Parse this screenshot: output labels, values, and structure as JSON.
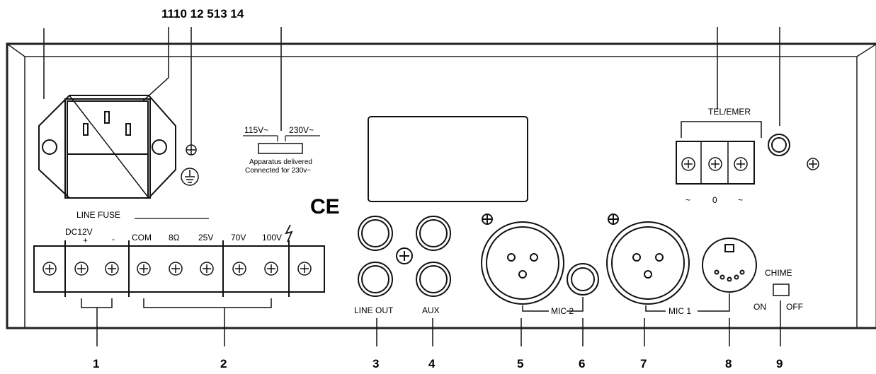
{
  "top_callouts": "1110 12 513 14",
  "callout_numbers": [
    "1",
    "2",
    "3",
    "4",
    "5",
    "6",
    "7",
    "8",
    "9"
  ],
  "labels": {
    "line_fuse": "LINE FUSE",
    "dc12v": "DC12V",
    "plus": "+",
    "minus": "-",
    "com": "COM",
    "ohm8": "8Ω",
    "v25": "25V",
    "v70": "70V",
    "v100": "100V",
    "v115": "115V~",
    "v230": "230V~",
    "apparatus_1": "Apparatus delivered",
    "apparatus_2": "Connected for 230v~",
    "ce": "CE",
    "line_out": "LINE OUT",
    "aux": "AUX",
    "mic2": "MIC  2",
    "mic1": "MIC  1",
    "tel_emer": "TEL/EMER",
    "tilde_left": "~",
    "zero": "0",
    "tilde_right": "~",
    "chime": "CHIME",
    "on": "ON",
    "off": "OFF"
  }
}
